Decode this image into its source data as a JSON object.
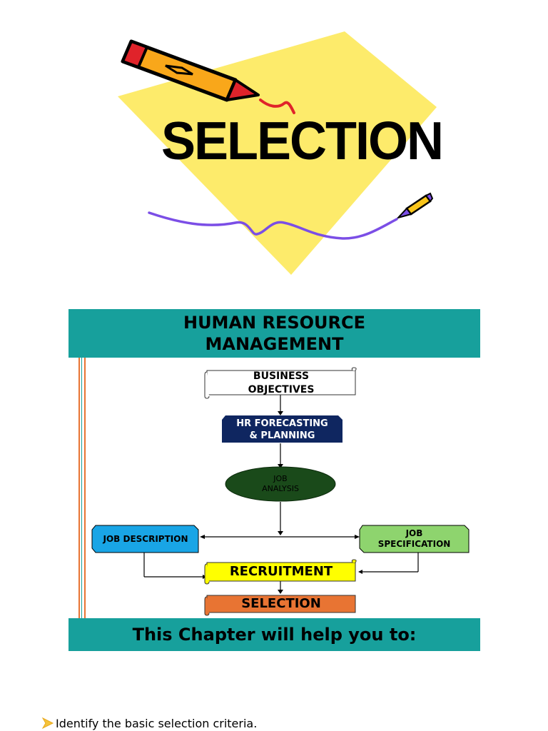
{
  "title_art": {
    "text": "SELECTION"
  },
  "hrm_banner": {
    "line1": "HUMAN RESOURCE",
    "line2": "MANAGEMENT"
  },
  "flowchart": {
    "business_objectives": {
      "line1": "BUSINESS",
      "line2": "OBJECTIVES"
    },
    "hr_forecasting": {
      "line1": "HR FORECASTING",
      "line2": "& PLANNING"
    },
    "job_analysis": {
      "line1": "JOB",
      "line2": "ANALYSIS"
    },
    "job_description": "JOB DESCRIPTION",
    "job_specification": {
      "line1": "JOB",
      "line2": "SPECIFICATION"
    },
    "recruitment": "RECRUITMENT",
    "selection": "SELECTION"
  },
  "chapter_banner": {
    "text": "This Chapter will help you to:"
  },
  "bullets": [
    {
      "text": "Identify the basic selection criteria."
    }
  ],
  "colors": {
    "teal": "#17a09c",
    "yellow_diamond": "#fdeb6b",
    "navy": "#0f2660",
    "dark_green": "#1a4a1a",
    "sky_blue": "#19a5e6",
    "light_green": "#8ed46e",
    "bright_yellow": "#ffff00",
    "orange": "#e87433",
    "purple": "#7b4ee6"
  }
}
